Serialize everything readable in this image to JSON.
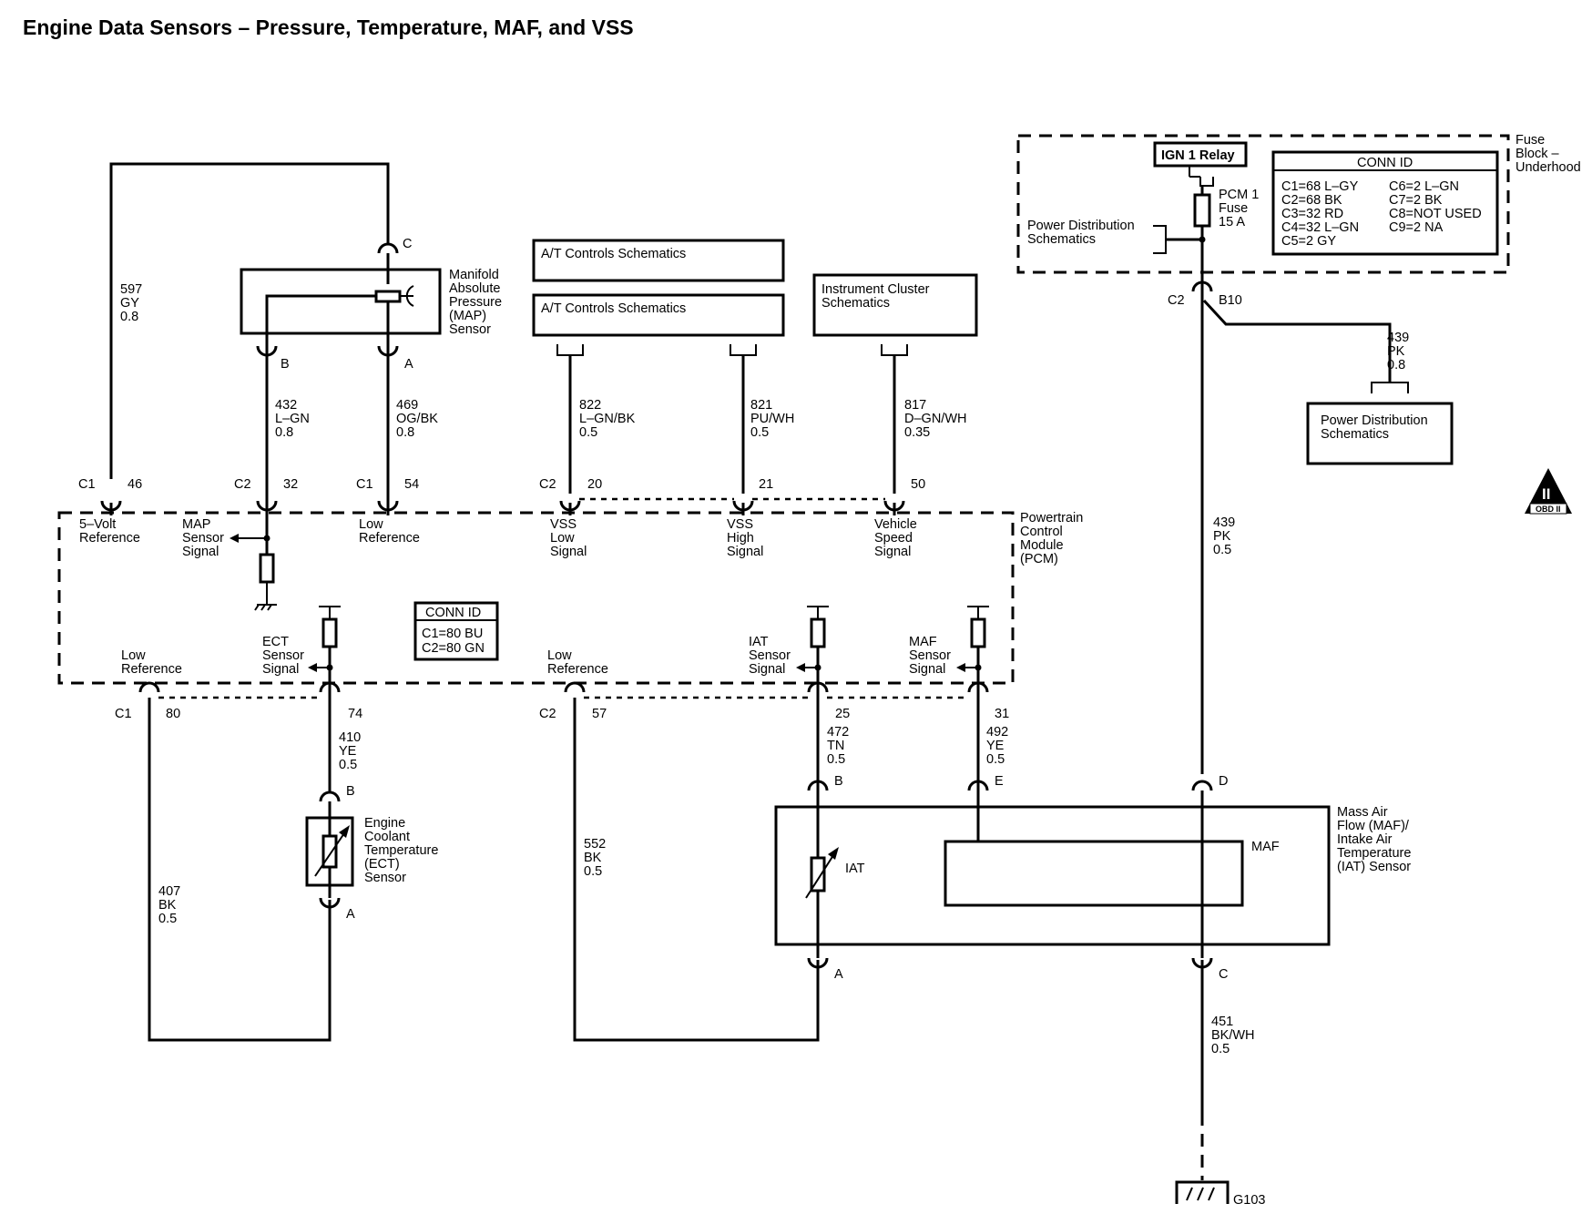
{
  "title": "Engine Data Sensors – Pressure, Temperature, MAF, and VSS",
  "components": {
    "map_sensor": [
      "Manifold",
      "Absolute",
      "Pressure",
      "(MAP)",
      "Sensor"
    ],
    "pcm": [
      "Powertrain",
      "Control",
      "Module",
      "(PCM)"
    ],
    "fuse_block": [
      "Fuse",
      "Block –",
      "Underhood"
    ],
    "ign_relay": "IGN 1 Relay",
    "pcm_fuse": [
      "PCM 1",
      "Fuse",
      "15 A"
    ],
    "power_dist_left": [
      "Power Distribution",
      "Schematics"
    ],
    "power_dist_right": [
      "Power Distribution",
      "Schematics"
    ],
    "at_controls_1": "A/T Controls Schematics",
    "at_controls_2": "A/T Controls Schematics",
    "instrument_cluster": [
      "Instrument Cluster",
      "Schematics"
    ],
    "ect_sensor": [
      "Engine",
      "Coolant",
      "Temperature",
      "(ECT)",
      "Sensor"
    ],
    "maf_iat_sensor": [
      "Mass Air",
      "Flow (MAF)/",
      "Intake Air",
      "Temperature",
      "(IAT) Sensor"
    ],
    "maf_label": "MAF",
    "iat_label": "IAT",
    "ground": "G103",
    "obd_badge": "OBD II",
    "obd_mark": "II"
  },
  "conn_id_fuse_block": {
    "header": "CONN ID",
    "entries": [
      "C1=68 L–GY",
      "C6=2 L–GN",
      "C2=68 BK",
      "C7=2 BK",
      "C3=32 RD",
      "C8=NOT USED",
      "C4=32 L–GN",
      "C9=2 NA",
      "C5=2 GY",
      ""
    ]
  },
  "conn_id_pcm": {
    "header": "CONN ID",
    "entries": [
      "C1=80 BU",
      "C2=80 GN"
    ]
  },
  "wires": [
    {
      "circuit": "597",
      "color": "GY",
      "size": "0.8"
    },
    {
      "circuit": "432",
      "color": "L–GN",
      "size": "0.8"
    },
    {
      "circuit": "469",
      "color": "OG/BK",
      "size": "0.8"
    },
    {
      "circuit": "822",
      "color": "L–GN/BK",
      "size": "0.5"
    },
    {
      "circuit": "821",
      "color": "PU/WH",
      "size": "0.5"
    },
    {
      "circuit": "817",
      "color": "D–GN/WH",
      "size": "0.35"
    },
    {
      "circuit": "439",
      "color": "PK",
      "size": "0.8"
    },
    {
      "circuit": "439",
      "color": "PK",
      "size": "0.5"
    },
    {
      "circuit": "410",
      "color": "YE",
      "size": "0.5"
    },
    {
      "circuit": "407",
      "color": "BK",
      "size": "0.5"
    },
    {
      "circuit": "552",
      "color": "BK",
      "size": "0.5"
    },
    {
      "circuit": "472",
      "color": "TN",
      "size": "0.5"
    },
    {
      "circuit": "492",
      "color": "YE",
      "size": "0.5"
    },
    {
      "circuit": "451",
      "color": "BK/WH",
      "size": "0.5"
    }
  ],
  "pins": {
    "map_c": "C",
    "map_b": "B",
    "map_a": "A",
    "pcm_top": [
      {
        "conn": "C1",
        "pin": "46"
      },
      {
        "conn": "C2",
        "pin": "32"
      },
      {
        "conn": "C1",
        "pin": "54"
      },
      {
        "conn": "C2",
        "pin": "20"
      },
      {
        "conn": "",
        "pin": "21"
      },
      {
        "conn": "",
        "pin": "50"
      }
    ],
    "pcm_bottom": [
      {
        "conn": "C1",
        "pin": "80"
      },
      {
        "conn": "",
        "pin": "74"
      },
      {
        "conn": "C2",
        "pin": "57"
      },
      {
        "conn": "",
        "pin": "25"
      },
      {
        "conn": "",
        "pin": "31"
      }
    ],
    "fuse_out_conn": "C2",
    "fuse_out_pin": "B10",
    "ect_b": "B",
    "ect_a": "A",
    "maf_b": "B",
    "maf_e": "E",
    "maf_d": "D",
    "maf_a": "A",
    "maf_c": "C"
  },
  "pcm_signals_top": [
    [
      "5–Volt",
      "Reference"
    ],
    [
      "MAP",
      "Sensor",
      "Signal"
    ],
    [
      "Low",
      "Reference"
    ],
    [
      "VSS",
      "Low",
      "Signal"
    ],
    [
      "VSS",
      "High",
      "Signal"
    ],
    [
      "Vehicle",
      "Speed",
      "Signal"
    ]
  ],
  "pcm_signals_bottom": [
    [
      "Low",
      "Reference"
    ],
    [
      "ECT",
      "Sensor",
      "Signal"
    ],
    [
      "Low",
      "Reference"
    ],
    [
      "IAT",
      "Sensor",
      "Signal"
    ],
    [
      "MAF",
      "Sensor",
      "Signal"
    ]
  ]
}
